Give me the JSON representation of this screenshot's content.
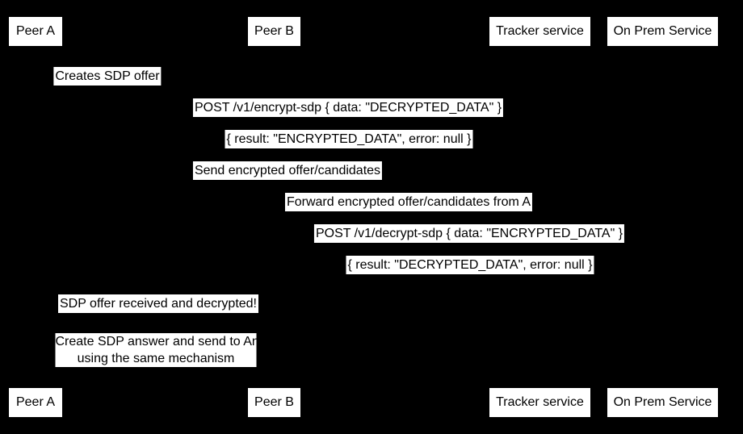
{
  "colors": {
    "background": "#000000",
    "box_fill": "#ffffff",
    "box_text": "#000000"
  },
  "participants": {
    "peer_a": "Peer A",
    "peer_b": "Peer B",
    "tracker": "Tracker service",
    "on_prem": "On Prem Service"
  },
  "messages": {
    "creates_offer": "Creates SDP offer",
    "post_encrypt": "POST /v1/encrypt-sdp { data: \"DECRYPTED_DATA\" }",
    "encrypt_result": "{ result: \"ENCRYPTED_DATA\", error: null }",
    "send_encrypted": "Send encrypted offer/candidates",
    "forward_encrypted": "Forward encrypted offer/candidates from A",
    "post_decrypt": "POST /v1/decrypt-sdp { data: \"ENCRYPTED_DATA\" }",
    "decrypt_result": "{ result: \"DECRYPTED_DATA\", error: null }",
    "offer_received": "SDP offer received and decrypted!",
    "create_answer_line1": "Create SDP answer and send to An",
    "create_answer_line2": "using the same mechanism"
  }
}
